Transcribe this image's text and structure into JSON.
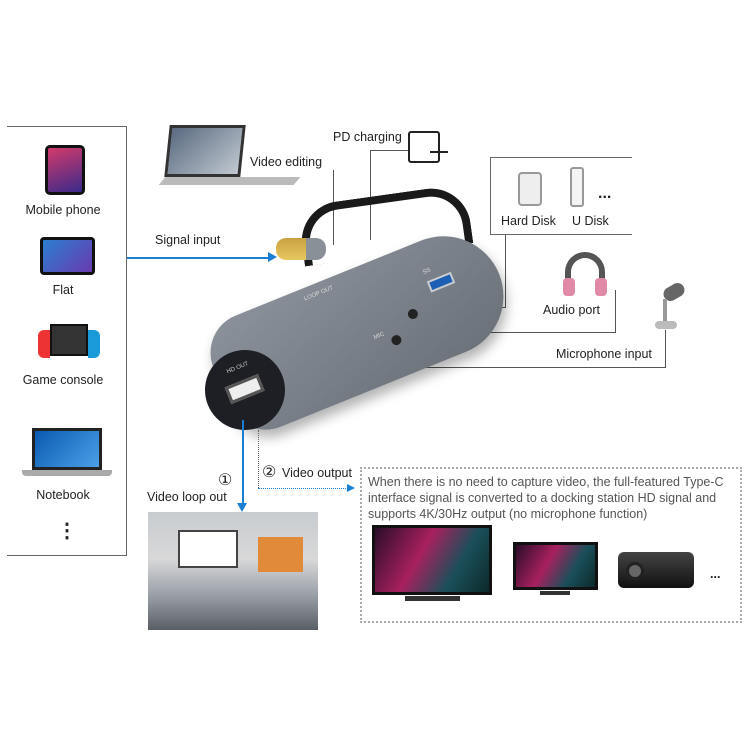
{
  "devices": [
    {
      "label": "Mobile phone",
      "icon": "phone-icon"
    },
    {
      "label": "Flat",
      "icon": "tablet-icon"
    },
    {
      "label": "Game console",
      "icon": "game-console-icon"
    },
    {
      "label": "Notebook",
      "icon": "laptop-icon"
    }
  ],
  "more_devices": "⋮",
  "signal_input": "Signal input",
  "video_editing": "Video editing",
  "pd_charging": "PD charging",
  "storage": {
    "hard_disk": "Hard Disk",
    "u_disk": "U Disk",
    "more": "..."
  },
  "audio_port": "Audio port",
  "microphone_input": "Microphone input",
  "hub_labels": {
    "hd_out": "HD OUT",
    "loop_out": "LOOP OUT",
    "mic": "MIC",
    "usb": "SS"
  },
  "loop": {
    "num": "①",
    "label": "Video loop out"
  },
  "output": {
    "num": "②",
    "label": "Video output"
  },
  "output_note": "When there is no need to capture video, the full-featured Type-C interface signal is converted to a docking station HD signal and supports 4K/30Hz output (no microphone function)",
  "output_more": "...",
  "colors": {
    "arrow": "#1a7fd4",
    "hub": "#7a8089"
  }
}
